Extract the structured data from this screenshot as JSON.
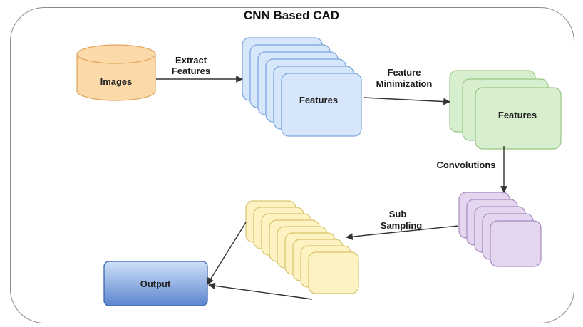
{
  "title": "CNN Based CAD",
  "nodes": {
    "images": "Images",
    "features1": "Features",
    "features2": "Features",
    "output": "Output"
  },
  "edges": {
    "extract_line1": "Extract",
    "extract_line2": "Features",
    "minimization_line1": "Feature",
    "minimization_line2": "Minimization",
    "convolutions": "Convolutions",
    "sub_line1": "Sub",
    "sub_line2": "Sampling"
  },
  "colors": {
    "images_fill": "#fcd9a8",
    "images_stroke": "#e0a45c",
    "features1_fill": "#d6e6fb",
    "features1_stroke": "#7aa4de",
    "features2_fill": "#d8efcf",
    "features2_stroke": "#98c684",
    "conv_fill": "#e4d6ef",
    "conv_stroke": "#a98bc4",
    "sub_fill": "#fdf2c2",
    "sub_stroke": "#d8c46c",
    "output_top": "#cfe0f8",
    "output_bottom": "#5b86cf",
    "output_stroke": "#3c66ad",
    "arrow": "#333333"
  }
}
